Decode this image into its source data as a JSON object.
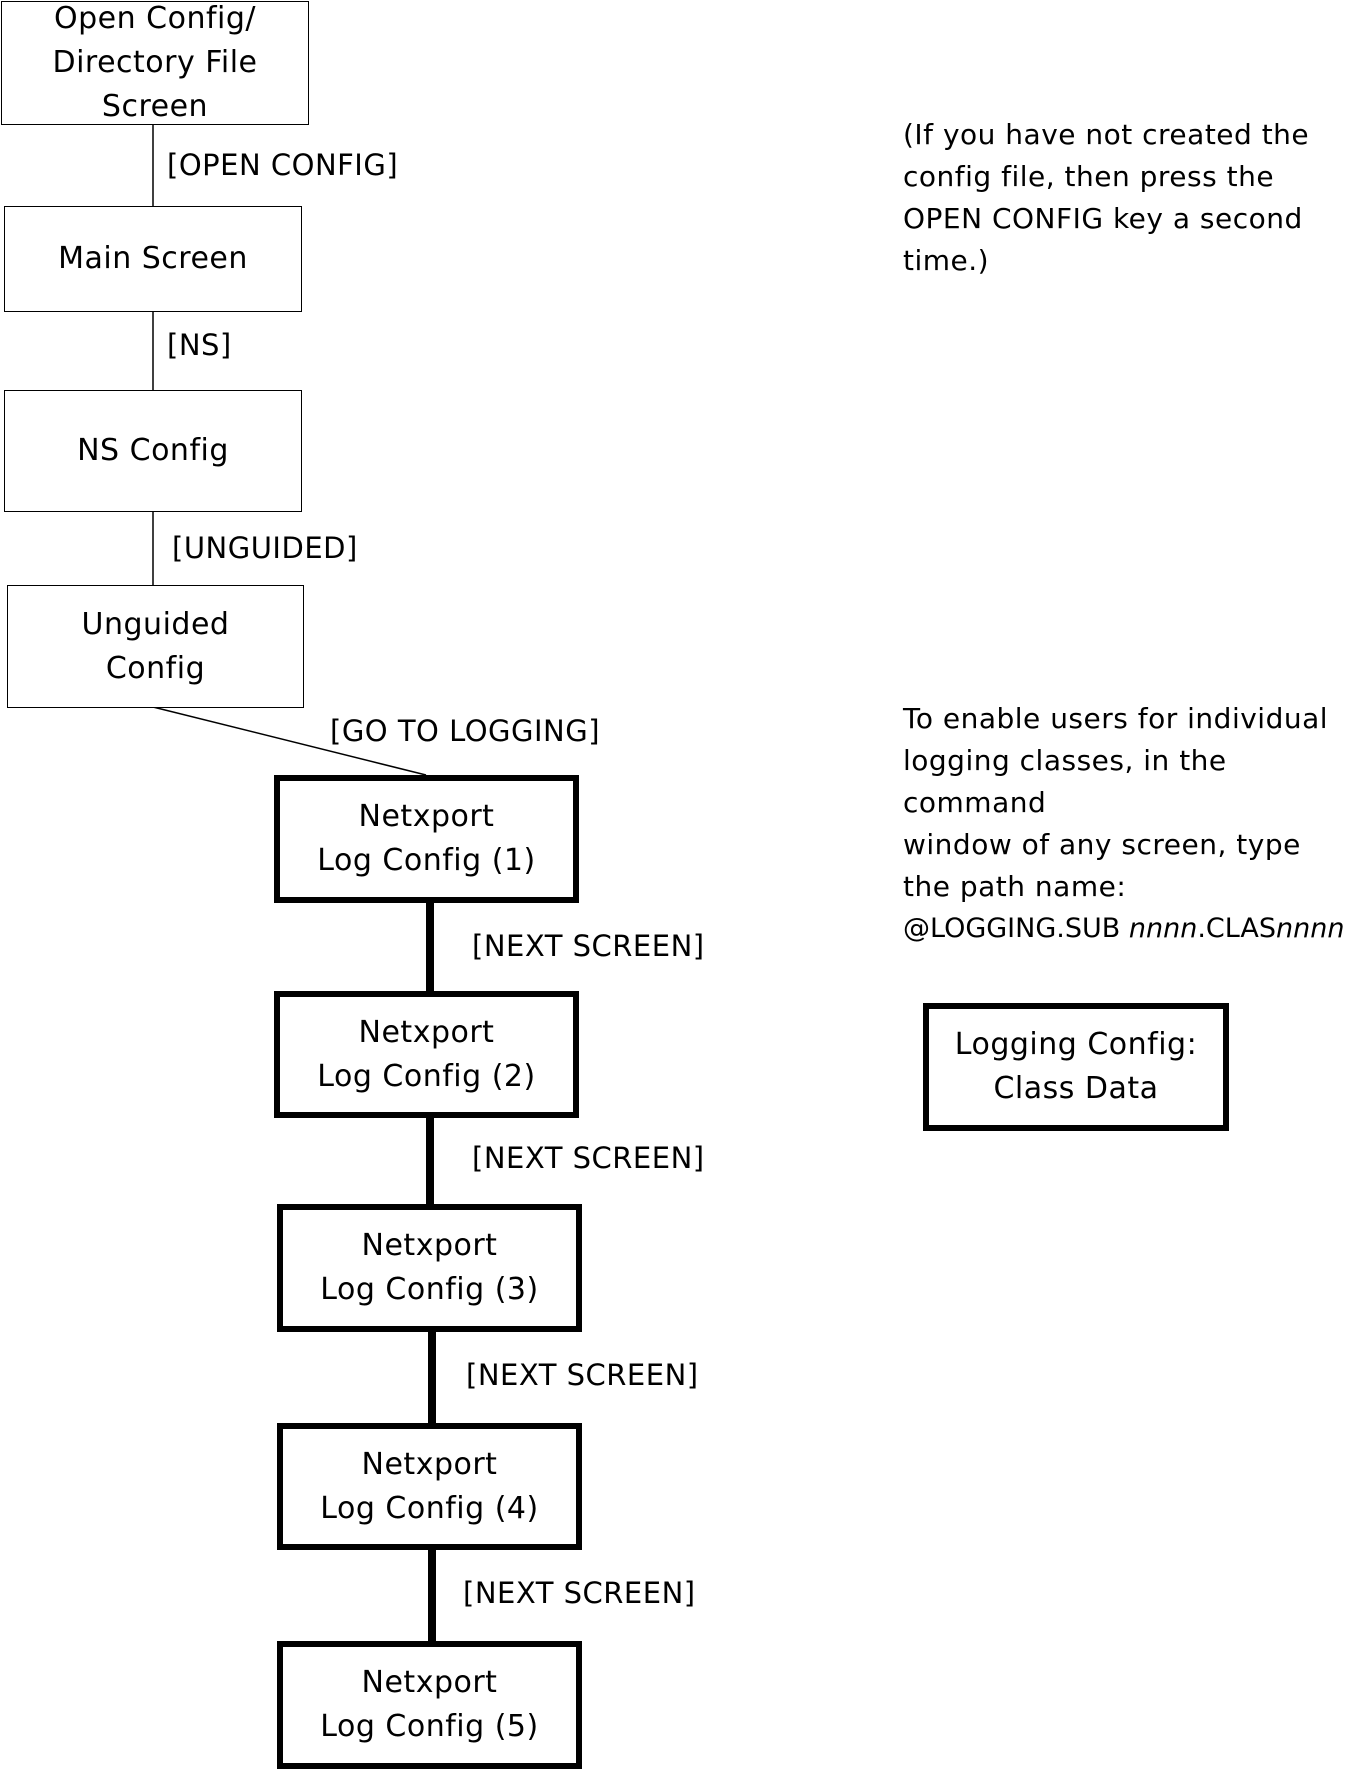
{
  "boxes": {
    "open_config": {
      "line1": "Open Config/",
      "line2": "Directory File Screen"
    },
    "main_screen": {
      "line1": "Main Screen"
    },
    "ns_config": {
      "line1": "NS Config"
    },
    "unguided_config": {
      "line1": "Unguided",
      "line2": "Config"
    },
    "log_config_1": {
      "line1": "Netxport",
      "line2": "Log Config (1)"
    },
    "log_config_2": {
      "line1": "Netxport",
      "line2": "Log Config (2)"
    },
    "log_config_3": {
      "line1": "Netxport",
      "line2": "Log Config (3)"
    },
    "log_config_4": {
      "line1": "Netxport",
      "line2": "Log Config (4)"
    },
    "log_config_5": {
      "line1": "Netxport",
      "line2": "Log Config (5)"
    },
    "class_data": {
      "line1": "Logging Config:",
      "line2": "Class Data"
    }
  },
  "edges": {
    "open_config": "[OPEN CONFIG]",
    "ns": "[NS]",
    "unguided": "[UNGUIDED]",
    "go_to_logging": "[GO TO LOGGING]",
    "next_1": "[NEXT SCREEN]",
    "next_2": "[NEXT SCREEN]",
    "next_3": "[NEXT SCREEN]",
    "next_4": "[NEXT SCREEN]"
  },
  "notes": {
    "open_config_note": [
      "(If you have not created the",
      "config file, then press the",
      "OPEN CONFIG key a second",
      "time.)"
    ],
    "logging_note": [
      "To enable users for individual",
      "logging classes, in the command",
      "window of any screen, type",
      "the path name:"
    ],
    "path_prefix": "@LOGGING.SUB ",
    "path_var1": "nnnn",
    "path_mid": ".CLAS",
    "path_var2": "nnnn"
  }
}
